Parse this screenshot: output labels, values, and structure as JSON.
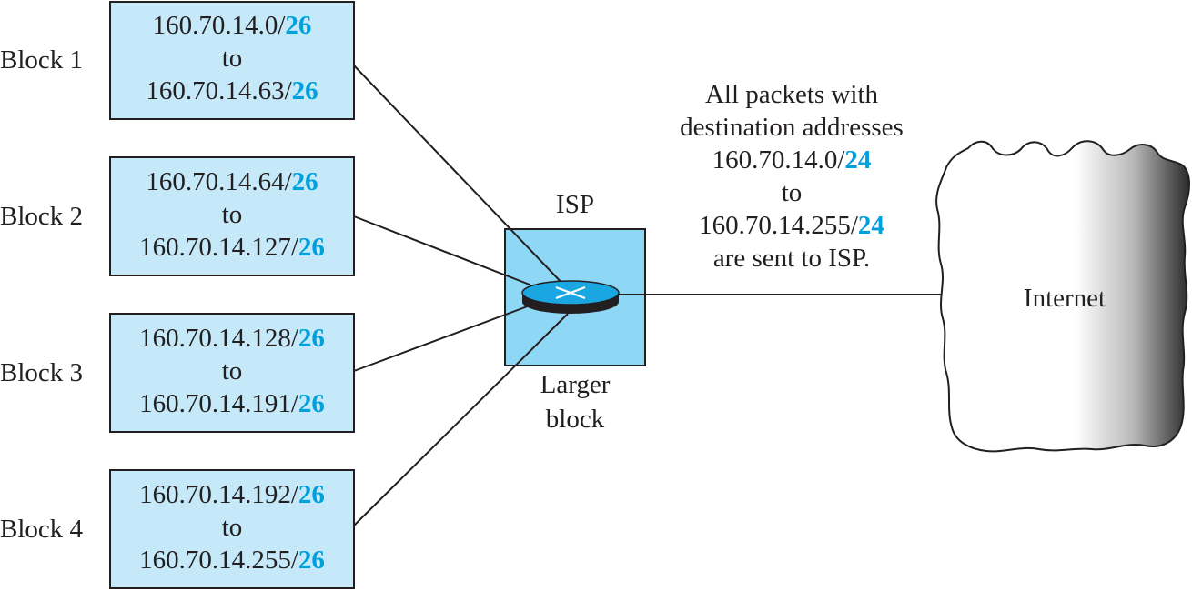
{
  "blocks": [
    {
      "label": "Block 1",
      "start": "160.70.14.0/",
      "end": "160.70.14.63/",
      "prefix": "26",
      "connector": "to"
    },
    {
      "label": "Block 2",
      "start": "160.70.14.64/",
      "end": "160.70.14.127/",
      "prefix": "26",
      "connector": "to"
    },
    {
      "label": "Block 3",
      "start": "160.70.14.128/",
      "end": "160.70.14.191/",
      "prefix": "26",
      "connector": "to"
    },
    {
      "label": "Block 4",
      "start": "160.70.14.192/",
      "end": "160.70.14.255/",
      "prefix": "26",
      "connector": "to"
    }
  ],
  "isp": {
    "title": "ISP",
    "caption_line1": "Larger",
    "caption_line2": "block"
  },
  "annotation": {
    "line1": "All packets with",
    "line2": "destination addresses",
    "start": "160.70.14.0/",
    "start_prefix": "24",
    "connector": "to",
    "end": "160.70.14.255/",
    "end_prefix": "24",
    "line_last": "are sent to ISP."
  },
  "internet": {
    "label": "Internet"
  },
  "colors": {
    "box_fill": "#c5e9f9",
    "isp_fill": "#8fd8f5",
    "accent": "#00a0dc",
    "stroke": "#231f20"
  }
}
